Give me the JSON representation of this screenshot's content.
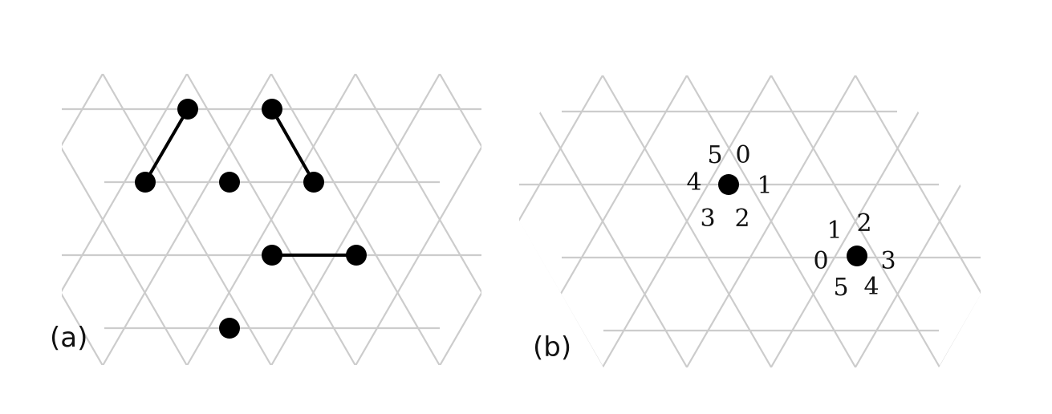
{
  "panels": {
    "a": {
      "label": "(a)",
      "sites": [
        [
          1,
          0
        ],
        [
          2,
          0
        ],
        [
          0,
          1
        ],
        [
          1,
          1
        ],
        [
          2,
          1
        ],
        [
          2,
          2
        ],
        [
          3,
          2
        ],
        [
          1,
          3
        ]
      ],
      "bonds": [
        [
          [
            1,
            0
          ],
          [
            0,
            1
          ]
        ],
        [
          [
            2,
            0
          ],
          [
            2,
            1
          ]
        ],
        [
          [
            2,
            2
          ],
          [
            3,
            2
          ]
        ]
      ]
    },
    "b": {
      "label": "(b)",
      "particles": [
        {
          "direction_labels": [
            "0",
            "1",
            "2",
            "3",
            "4",
            "5"
          ]
        },
        {
          "direction_labels": [
            "0",
            "1",
            "2",
            "3",
            "4",
            "5"
          ]
        }
      ]
    }
  },
  "colors": {
    "lattice": "#cccccc",
    "site": "#000000",
    "bond": "#000000"
  }
}
